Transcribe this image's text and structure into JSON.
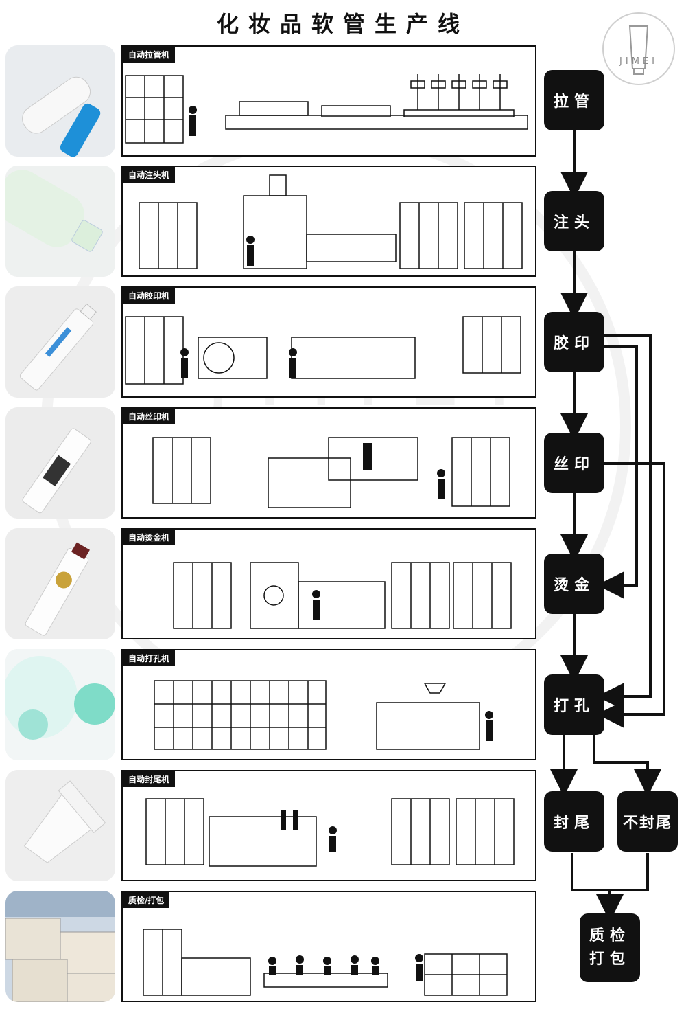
{
  "title": "化妆品软管生产线",
  "logo_text": "JIMEI",
  "watermark_text": "JIMEI",
  "stages": [
    {
      "label": "自动拉管机",
      "step": "拉管"
    },
    {
      "label": "自动注头机",
      "step": "注头"
    },
    {
      "label": "自动胶印机",
      "step": "胶印"
    },
    {
      "label": "自动丝印机",
      "step": "丝印"
    },
    {
      "label": "自动烫金机",
      "step": "烫金"
    },
    {
      "label": "自动打孔机",
      "step": "打孔"
    },
    {
      "label": "自动封尾机",
      "step": "封尾"
    },
    {
      "label": "质检/打包",
      "step": ""
    }
  ],
  "branch_step": "不封尾",
  "final_step": {
    "line1": "质检",
    "line2": "打包"
  },
  "colors": {
    "ink": "#111111",
    "background": "#ffffff",
    "tube_blue": "#1e90d8",
    "tube_mint": "#7fdcc8",
    "tube_gold": "#c9a23a"
  }
}
